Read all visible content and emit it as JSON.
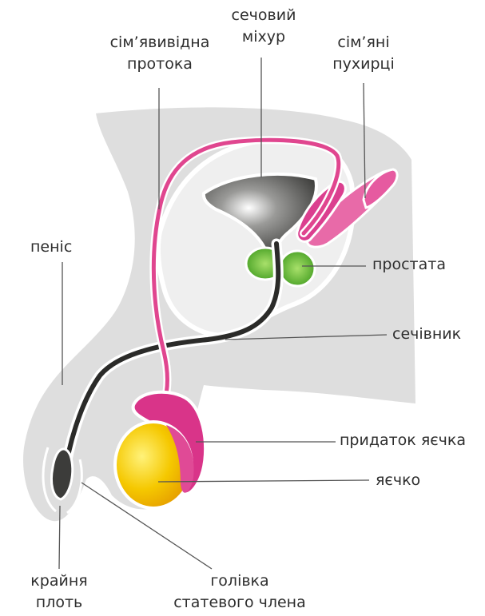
{
  "labels": {
    "vas_deferens": [
      "сім’явивідна",
      "протока"
    ],
    "bladder": [
      "сечовий",
      "міхур"
    ],
    "seminal_vesicles": [
      "сім’яні",
      "пухирці"
    ],
    "penis": "пеніс",
    "prostate": "простата",
    "urethra": "сечівник",
    "epididymis": "придаток яєчка",
    "testis": "яєчко",
    "foreskin": [
      "крайня",
      "плоть"
    ],
    "glans": [
      "голівка",
      "статевого члена"
    ]
  },
  "colors": {
    "body_silhouette": "#dcdcdc",
    "bladder": "#4a4a48",
    "urethra": "#2c2c2a",
    "vas_deferens": "#e0468f",
    "seminal_vesicles": "#e0468f",
    "epididymis": "#d93489",
    "prostate": "#58b82e",
    "testis": "#f4c400",
    "leader_line": "#555555"
  }
}
